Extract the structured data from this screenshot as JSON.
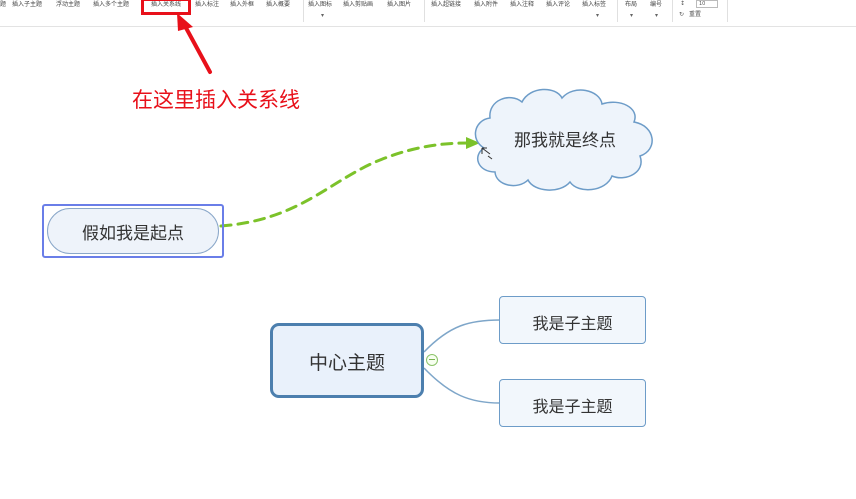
{
  "toolbar": {
    "items": [
      "题",
      "插入子主题",
      "浮动主题",
      "插入多个主题",
      "插入关系线",
      "插入标注",
      "插入外框",
      "插入概要",
      "插入图标",
      "插入剪贴画",
      "插入图片",
      "插入超链接",
      "插入附件",
      "插入注释",
      "插入评论",
      "插入标签",
      "布局",
      "编号",
      "重置"
    ],
    "zoom_value": "10"
  },
  "annotation": "在这里插入关系线",
  "nodes": {
    "start": "假如我是起点",
    "end": "那我就是终点",
    "central": "中心主题",
    "subtopics": [
      "我是子主题",
      "我是子主题"
    ]
  },
  "colors": {
    "highlight": "#e8101a",
    "relationship_line": "#7cc22a",
    "selection_border": "#6a7ee8",
    "central_border": "#4c7fae",
    "connector": "#7ea6c9",
    "cloud_border": "#6d9cc8"
  }
}
